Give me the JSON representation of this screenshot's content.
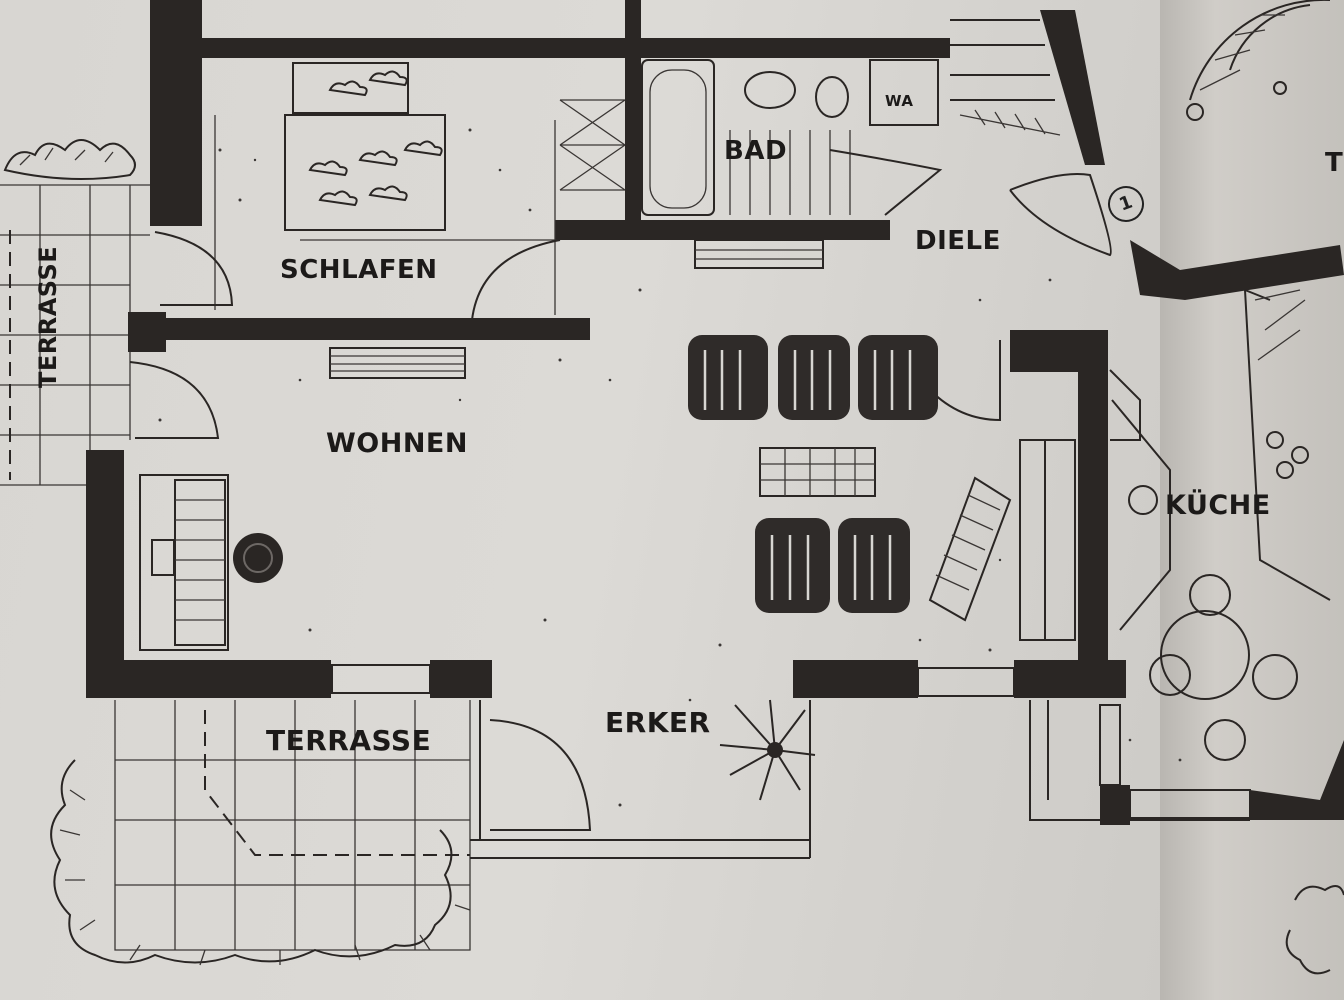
{
  "rooms": {
    "bad": "BAD",
    "wa": "WA",
    "diele": "DIELE",
    "schlafen": "SCHLAFEN",
    "terrasse_left": "TERRASSE",
    "wohnen": "WOHNEN",
    "kueche": "KÜCHE",
    "terrasse_bottom": "TERRASSE",
    "erker": "ERKER"
  },
  "markers": {
    "door_number": "1",
    "partial_letter_right": "T"
  }
}
